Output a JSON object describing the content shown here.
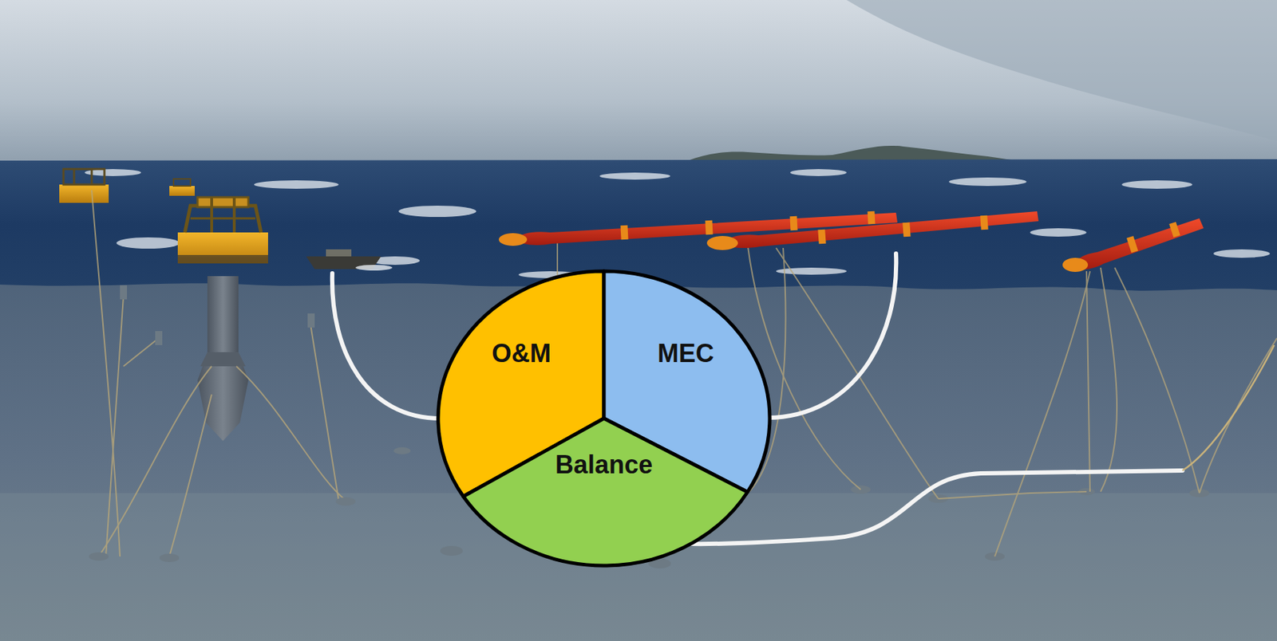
{
  "diagram": {
    "nodes": [
      {
        "text": [
          "O&M"
        ]
      },
      {
        "text": [
          "MEC"
        ]
      },
      {
        "text": [
          "Balance"
        ]
      }
    ]
  }
}
